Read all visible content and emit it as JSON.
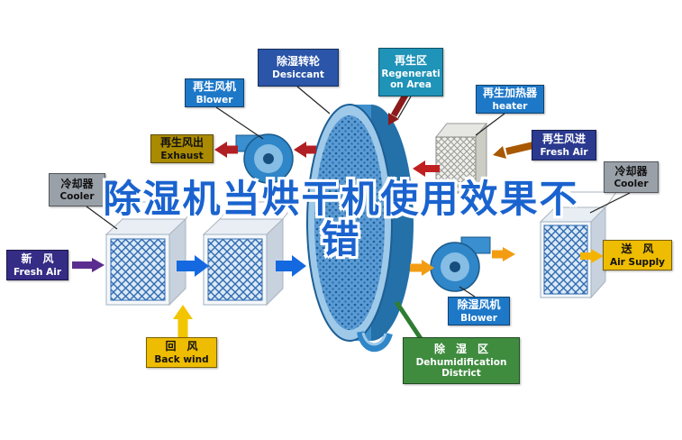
{
  "title": {
    "line1": "除湿机当烘干机使用效果不",
    "line2": "错"
  },
  "labels": {
    "regen_blower": {
      "zh": "再生风机",
      "en": "Blower"
    },
    "desiccant_wheel": {
      "zh": "除湿转轮",
      "en": "Desiccant"
    },
    "regen_area": {
      "zh": "再生区",
      "en1": "Regenerati",
      "en2": "on Area"
    },
    "regen_heater": {
      "zh": "再生加热器",
      "en": "heater"
    },
    "regen_out": {
      "zh": "再生风出",
      "en": "Exhaust"
    },
    "regen_in": {
      "zh": "再生风进",
      "en": "Fresh Air"
    },
    "cooler_left": {
      "zh": "冷却器",
      "en": "Cooler"
    },
    "cooler_right": {
      "zh": "冷却器",
      "en": "Cooler"
    },
    "fresh_air": {
      "zh": "新　风",
      "en": "Fresh Air"
    },
    "back_wind": {
      "zh": "回　风",
      "en": "Back wind"
    },
    "air_supply": {
      "zh": "送　风",
      "en": "Air Supply"
    },
    "dehumid_blower": {
      "zh": "除湿风机",
      "en": "Blower"
    },
    "dehumid_district": {
      "zh": "除　湿　区",
      "en1": "Dehumidification",
      "en2": "District"
    }
  },
  "colors": {
    "title_blue": "#1a63cf",
    "label_blue": "#1e78c8",
    "label_teal": "#1f93b8",
    "label_navy": "#2b3a8f",
    "label_indigo": "#342c85",
    "label_gray": "#9aa0a8",
    "label_gold": "#eebc00",
    "label_dark_gold": "#a98a00",
    "label_green": "#3f8c3f",
    "arrow_red": "#b01f24",
    "arrow_dark_red": "#8c1a1a",
    "arrow_blue": "#1469e0",
    "arrow_purple": "#5b2d90",
    "arrow_yellow": "#f2c500",
    "arrow_orange": "#f39c12",
    "connector_green": "#2e7d32"
  }
}
